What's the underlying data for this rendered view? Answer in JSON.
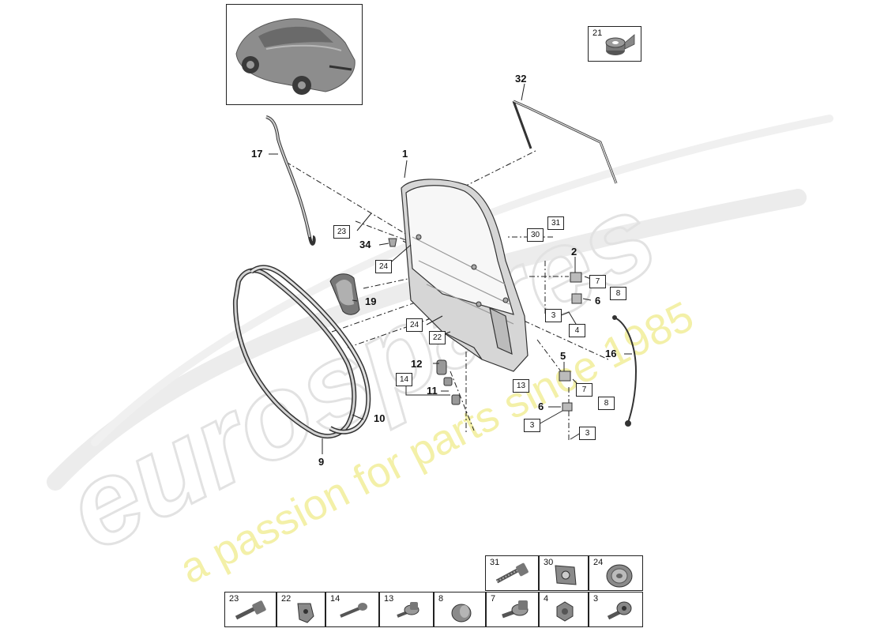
{
  "watermark": {
    "brand": "eurospares",
    "tagline": "a passion for parts since 1985"
  },
  "callouts": [
    {
      "id": "c1",
      "text": "1"
    },
    {
      "id": "c2",
      "text": "2"
    },
    {
      "id": "c5",
      "text": "5"
    },
    {
      "id": "c6a",
      "text": "6"
    },
    {
      "id": "c6b",
      "text": "6"
    },
    {
      "id": "c9",
      "text": "9"
    },
    {
      "id": "c10",
      "text": "10"
    },
    {
      "id": "c11",
      "text": "11"
    },
    {
      "id": "c12",
      "text": "12"
    },
    {
      "id": "c16",
      "text": "16"
    },
    {
      "id": "c17",
      "text": "17"
    },
    {
      "id": "c19",
      "text": "19"
    },
    {
      "id": "c32",
      "text": "32"
    },
    {
      "id": "c34",
      "text": "34"
    }
  ],
  "boxed_refs": [
    {
      "id": "b23",
      "text": "23"
    },
    {
      "id": "b24a",
      "text": "24"
    },
    {
      "id": "b30",
      "text": "30"
    },
    {
      "id": "b31",
      "text": "31"
    },
    {
      "id": "b7a",
      "text": "7"
    },
    {
      "id": "b8a",
      "text": "8"
    },
    {
      "id": "b3a",
      "text": "3"
    },
    {
      "id": "b4",
      "text": "4"
    },
    {
      "id": "b24b",
      "text": "24"
    },
    {
      "id": "b22",
      "text": "22"
    },
    {
      "id": "b13",
      "text": "13"
    },
    {
      "id": "b14",
      "text": "14"
    },
    {
      "id": "b7b",
      "text": "7"
    },
    {
      "id": "b8b",
      "text": "8"
    },
    {
      "id": "b3b",
      "text": "3"
    },
    {
      "id": "b3c",
      "text": "3"
    }
  ],
  "parts_table": {
    "top_row": [
      "31",
      "30",
      "24"
    ],
    "bottom_row": [
      "23",
      "22",
      "14",
      "13",
      "8",
      "7",
      "4",
      "3"
    ]
  },
  "tape_box": {
    "number": "21"
  }
}
